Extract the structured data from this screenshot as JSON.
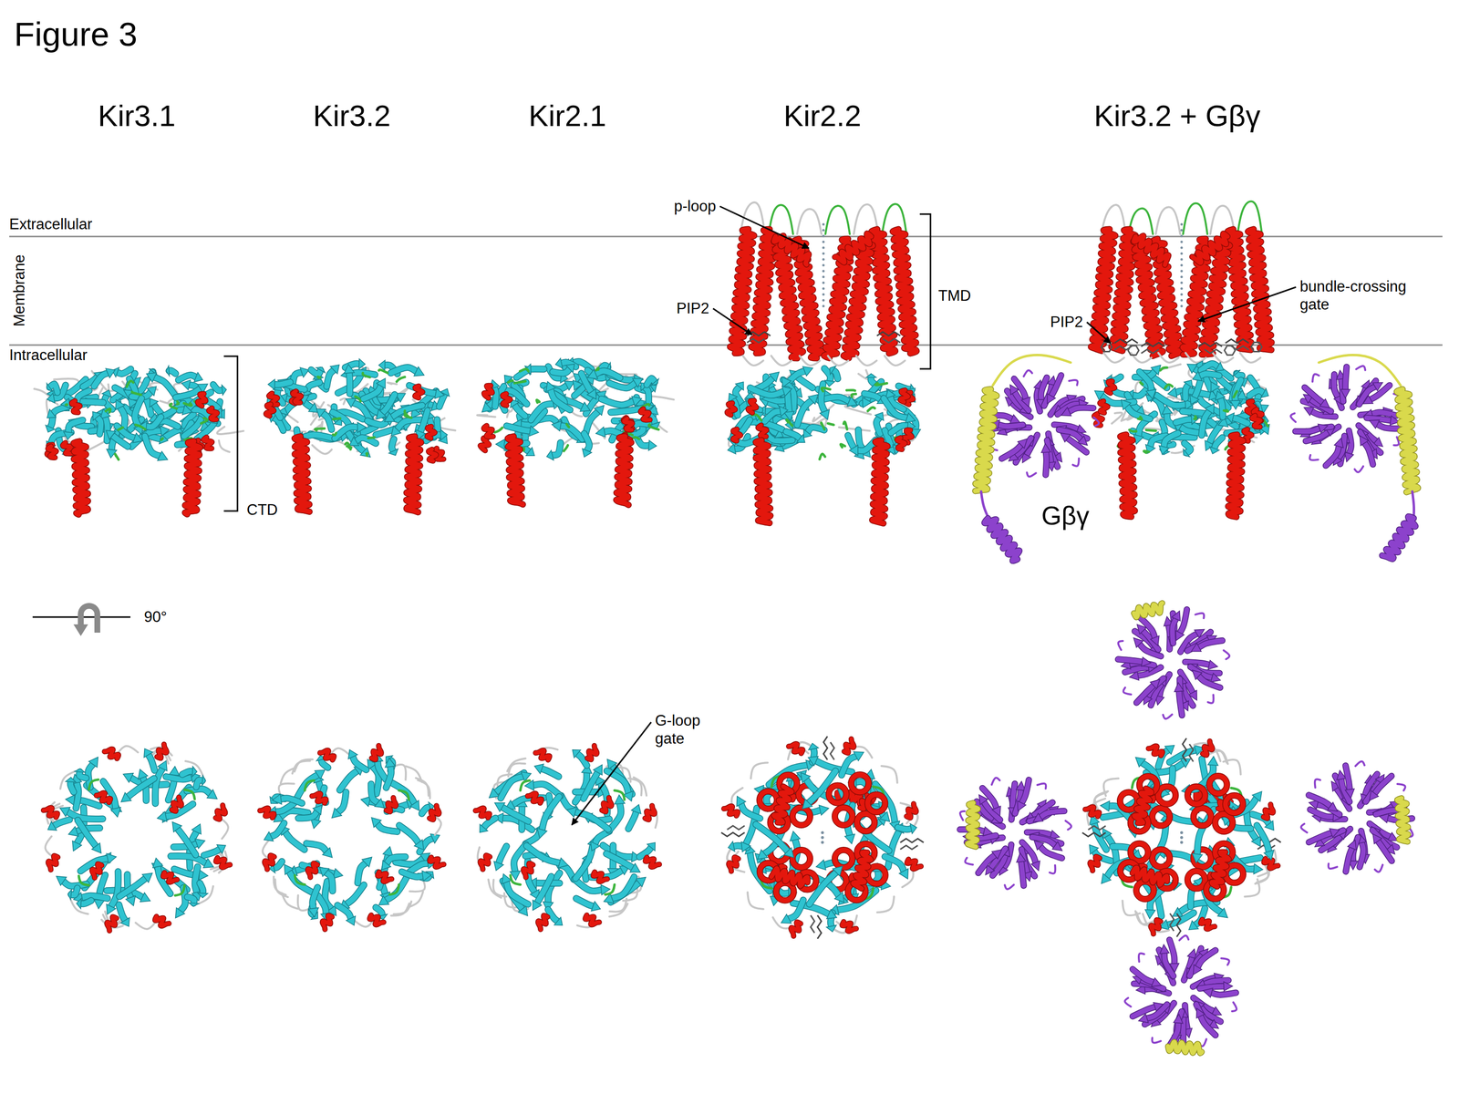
{
  "diagram": {
    "title": "Figure 3",
    "labels": [
      "Kir3.1",
      "Kir3.2",
      "Kir2.1",
      "Kir2.2",
      "Kir3.2 + Gβγ",
      "p-loop",
      "Extracellular",
      "Membrane",
      "TMD",
      "PIP2",
      "PIP2",
      "bundle-crossing gate",
      "Intracellular",
      "CTD",
      "Gβγ",
      "90°",
      "G-loop gate"
    ]
  }
}
